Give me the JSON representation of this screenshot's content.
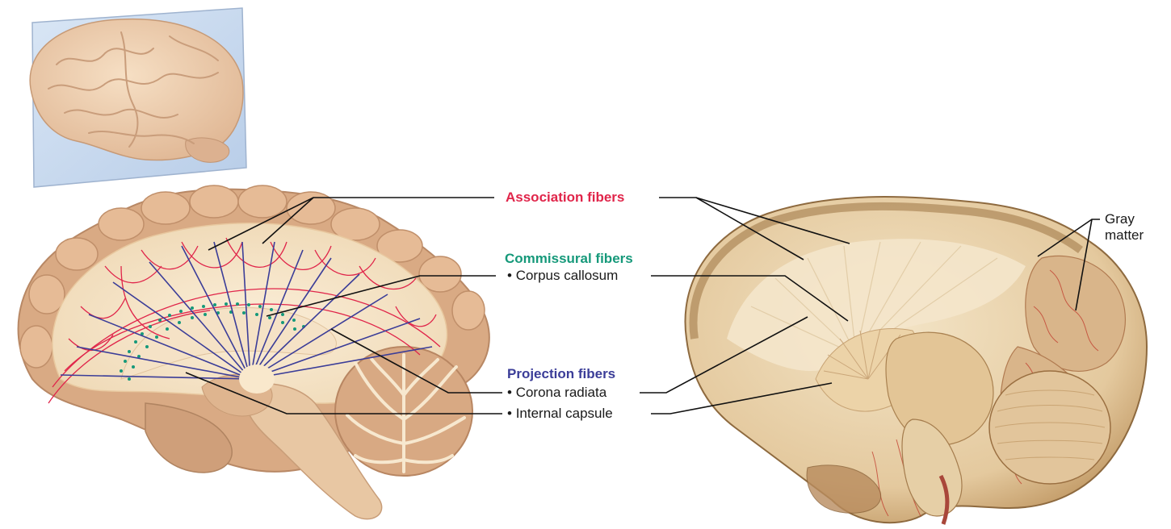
{
  "labels": {
    "association": "Association fibers",
    "commissural": "Commissural fibers",
    "corpus_callosum": "Corpus callosum",
    "projection": "Projection fibers",
    "corona_radiata": "Corona radiata",
    "internal_capsule": "Internal capsule",
    "gray_matter_line1": "Gray",
    "gray_matter_line2": "matter"
  },
  "colors": {
    "association": "#e0254a",
    "commissural": "#16997a",
    "projection": "#3b3d98",
    "leader": "#111111"
  }
}
